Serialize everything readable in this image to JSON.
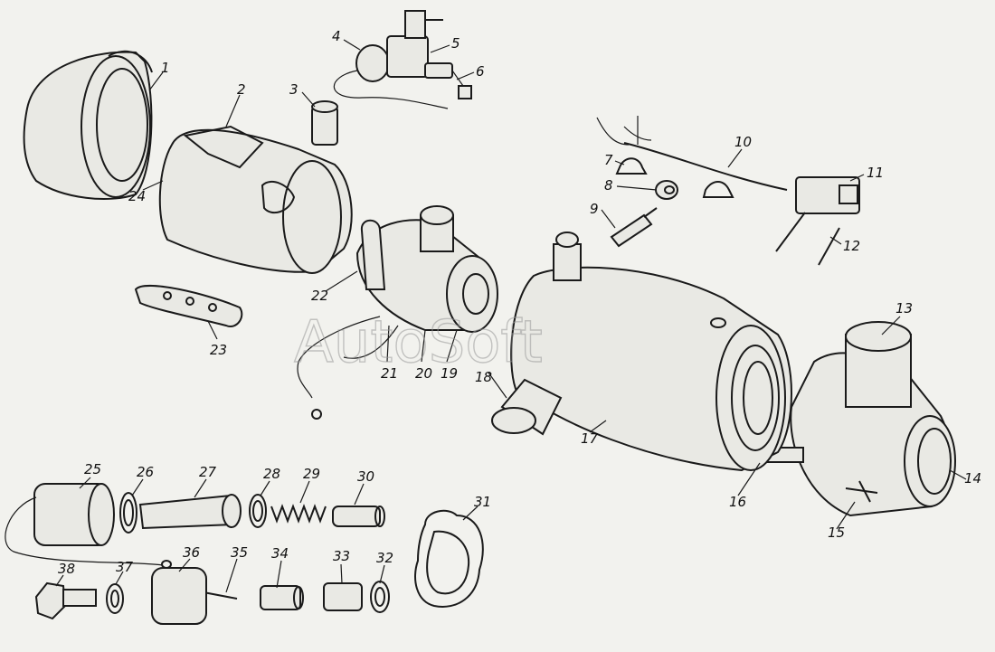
{
  "watermark": "AutoSoft",
  "callouts": [
    "1",
    "2",
    "3",
    "4",
    "5",
    "6",
    "7",
    "8",
    "9",
    "10",
    "11",
    "12",
    "13",
    "14",
    "15",
    "16",
    "17",
    "18",
    "19",
    "20",
    "21",
    "22",
    "23",
    "24",
    "25",
    "26",
    "27",
    "28",
    "29",
    "30",
    "31",
    "32",
    "33",
    "34",
    "35",
    "36",
    "37",
    "38"
  ]
}
